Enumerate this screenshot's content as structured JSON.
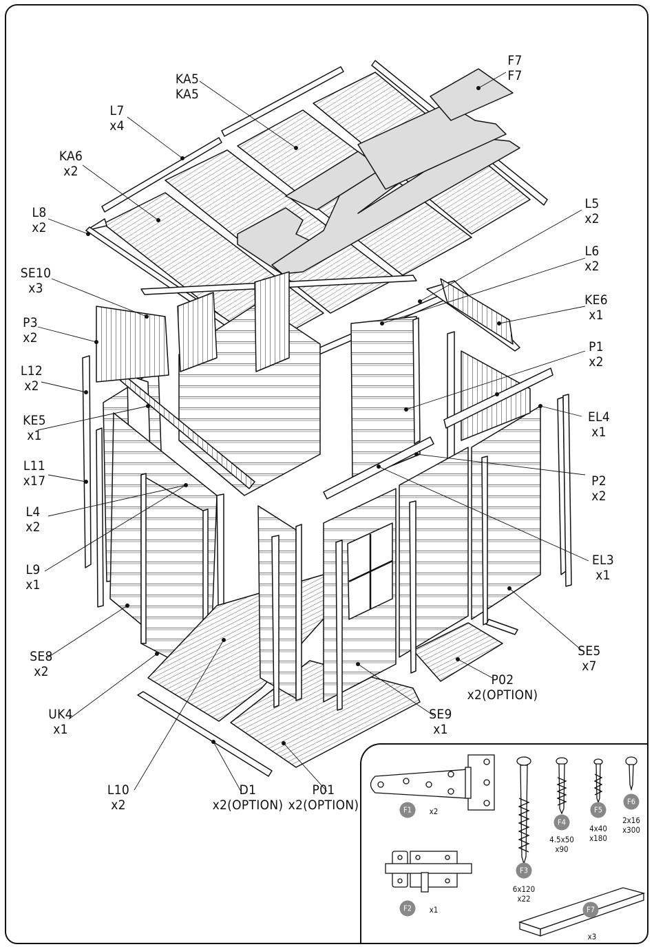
{
  "labels": [
    {
      "id": "f7",
      "code": "F7",
      "qty": "F7"
    },
    {
      "id": "ka5",
      "code": "KA5",
      "qty": "KA5"
    },
    {
      "id": "l7",
      "code": "L7",
      "qty": "x4"
    },
    {
      "id": "ka6",
      "code": "KA6",
      "qty": "x2"
    },
    {
      "id": "l8",
      "code": "L8",
      "qty": "x2"
    },
    {
      "id": "l5",
      "code": "L5",
      "qty": "x2"
    },
    {
      "id": "l6",
      "code": "L6",
      "qty": "x2"
    },
    {
      "id": "se10",
      "code": "SE10",
      "qty": "x3"
    },
    {
      "id": "ke6",
      "code": "KE6",
      "qty": "x1"
    },
    {
      "id": "p3",
      "code": "P3",
      "qty": "x2"
    },
    {
      "id": "p1",
      "code": "P1",
      "qty": "x2"
    },
    {
      "id": "l12",
      "code": "L12",
      "qty": "x2"
    },
    {
      "id": "el4",
      "code": "EL4",
      "qty": "x1"
    },
    {
      "id": "ke5",
      "code": "KE5",
      "qty": "x1"
    },
    {
      "id": "l11",
      "code": "L11",
      "qty": "x17"
    },
    {
      "id": "p2",
      "code": "P2",
      "qty": "x2"
    },
    {
      "id": "l4",
      "code": "L4",
      "qty": "x2"
    },
    {
      "id": "el3",
      "code": "EL3",
      "qty": "x1"
    },
    {
      "id": "l9",
      "code": "L9",
      "qty": "x1"
    },
    {
      "id": "se5",
      "code": "SE5",
      "qty": "x7"
    },
    {
      "id": "se8",
      "code": "SE8",
      "qty": "x2"
    },
    {
      "id": "p02",
      "code": "P02",
      "qty": "x2(OPTION)"
    },
    {
      "id": "uk4",
      "code": "UK4",
      "qty": "x1"
    },
    {
      "id": "se9",
      "code": "SE9",
      "qty": "x1"
    },
    {
      "id": "l10",
      "code": "L10",
      "qty": "x2"
    },
    {
      "id": "d1",
      "code": "D1",
      "qty": "x2(OPTION)"
    },
    {
      "id": "p01",
      "code": "P01",
      "qty": "x2(OPTION)"
    }
  ],
  "hardware": [
    {
      "id": "f1",
      "badge": "F1",
      "spec": "",
      "qty": "x2"
    },
    {
      "id": "f2",
      "badge": "F2",
      "spec": "",
      "qty": "x1"
    },
    {
      "id": "f3",
      "badge": "F3",
      "spec": "6x120",
      "qty": "x22"
    },
    {
      "id": "f4",
      "badge": "F4",
      "spec": "4.5x50",
      "qty": "x90"
    },
    {
      "id": "f5",
      "badge": "F5",
      "spec": "4x40",
      "qty": "x180"
    },
    {
      "id": "f6",
      "badge": "F6",
      "spec": "2x16",
      "qty": "x300"
    },
    {
      "id": "f7",
      "badge": "F7",
      "spec": "",
      "qty": "x3"
    }
  ]
}
